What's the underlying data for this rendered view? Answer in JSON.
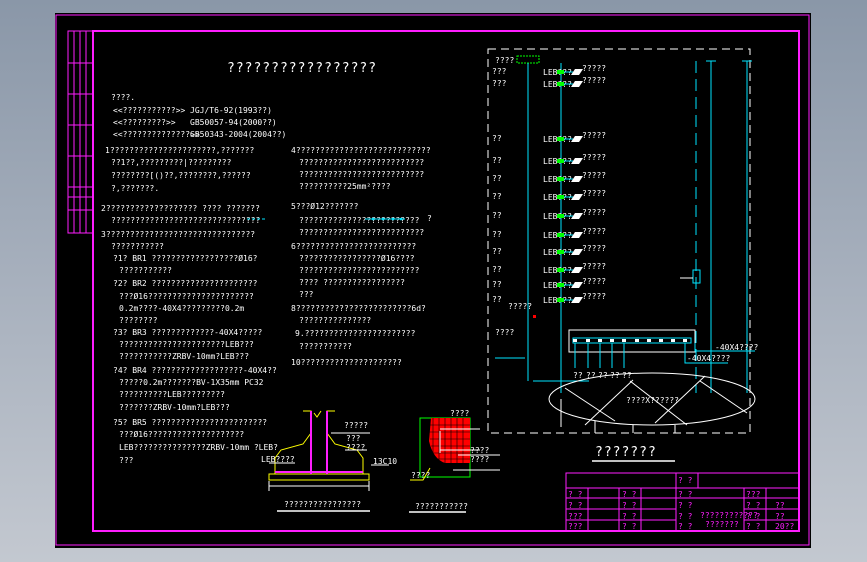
{
  "drawing": {
    "title": "?????????????????",
    "notes_left": {
      "heading": "????.",
      "standards": [
        {
          "name": "<<???????????>>",
          "code": "JGJ/T6-92(1993??)"
        },
        {
          "name": "<<?????????>>",
          "code": "GB50057-94(2000??)"
        },
        {
          "name": "<<??????????????>>",
          "code": "GB50343-2004(2004??)"
        }
      ],
      "lines": [
        "1??????????????????????,???????",
        "??1??,?????????|?????????",
        "????????[()??,????????,??????",
        "?,???????.",
        "2??????????????????? ????  ???????",
        "???????????????????????????????",
        "3???????????????????????????????",
        "???????????",
        "?1? BR1 ??????????????????Ø16?",
        "???????????",
        "?2? BR2 ??????????????????????",
        "???Ø16??????????????????????",
        "0.2m????-40X4?????????0.2m",
        "????????",
        "?3? BR3 ?????????????-40X4?????",
        "??????????????????????LEB???",
        "???????????ZRBV-10mm?LEB???",
        "?4? BR4 ???????????????????-40X4??",
        "?????0.2m???????BV-1X35mm   PC32",
        "??????????LEB?????????",
        "???????ZRBV-10mm?LEB???",
        "?5? BR5 ????????????????????????",
        "???Ø16????????????????????",
        "LEB???????????????ZRBV-10mm ?LEB?",
        "???"
      ]
    },
    "notes_right": {
      "lines": [
        "4????????????????????????????",
        "??????????????????????????",
        "??????????????????????????",
        "??????????25mm²????",
        "5???Ø12???????",
        "?????????????????????????",
        "??????????????????????????",
        "6?????????????????????????",
        "?????????????????Ø16????",
        "?????????????????????????",
        "????  ?????????????????",
        "???",
        "8????????????????????????6d?",
        "???????????????",
        "9.???????????????????????",
        "???????????",
        "10?????????????????????"
      ],
      "legend_mark": "?"
    },
    "section_a": {
      "caption": "????????????????",
      "labels": [
        "?????",
        "???",
        "????",
        "LEB????",
        "13C10"
      ]
    },
    "section_b": {
      "caption": "???????????",
      "labels": [
        "????",
        "????",
        "????",
        "????"
      ]
    },
    "system": {
      "caption": "???????",
      "ring_label": "????X??????",
      "top_label": "????",
      "leb_labels": [
        "LEB???",
        "LEB???",
        "LEB???",
        "LEB???",
        "LEB???",
        "LEB???",
        "LEB???",
        "LEB???",
        "LEB???",
        "LEB???",
        "LEB???",
        "LEB???"
      ],
      "floor_labels": [
        "???",
        "???",
        "??",
        "??",
        "??",
        "??",
        "??",
        "??",
        "??",
        "??",
        "??",
        "??"
      ],
      "side_labels": [
        "?????",
        "????",
        "-40X4????",
        "-40X4????"
      ]
    },
    "title_block": {
      "rows": [
        [
          "? ?",
          "? ?",
          "? ?",
          "???"
        ],
        [
          "? ?",
          "? ?",
          "? ?",
          "? ?",
          "??"
        ],
        [
          "???",
          "? ?",
          "? ?",
          "? ?",
          "??"
        ],
        [
          "???",
          "? ?",
          "? ?",
          "? ?",
          "20??"
        ]
      ],
      "top_cell": "? ?",
      "project_name": "????????????",
      "drawing_name": "???????"
    },
    "colors": {
      "frame": "#ff1eff",
      "text": "#ffffff",
      "wire": "#00e5ff",
      "leb": "#00ff00",
      "footing": "#ffff00",
      "rebar": "#ff0000"
    }
  }
}
